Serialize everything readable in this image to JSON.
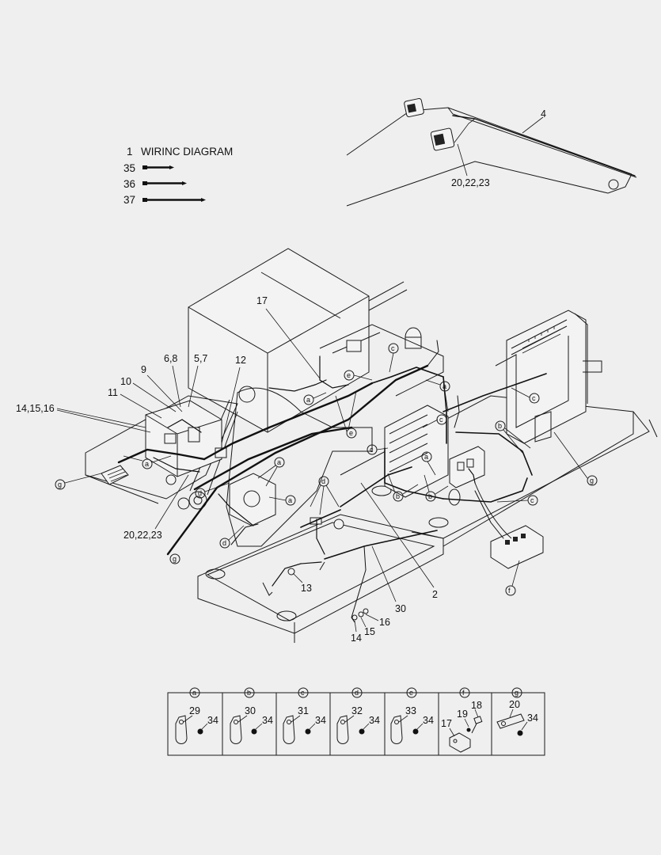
{
  "legend": {
    "title_number": "1",
    "title_text": "WIRINC DIAGRAM",
    "cables": [
      {
        "number": "35"
      },
      {
        "number": "36"
      },
      {
        "number": "37"
      }
    ]
  },
  "callouts": {
    "boom_harness": "4",
    "boom_light_hardware": "20,22,23",
    "item_17": "17",
    "item_12": "12",
    "item_6_8": "6,8",
    "item_5_7": "5,7",
    "item_9": "9",
    "item_10": "10",
    "item_11": "11",
    "item_14_15_16": "14,15,16",
    "item_20_22_23_front": "20,22,23",
    "item_13": "13",
    "item_30": "30",
    "item_2": "2",
    "item_16": "16",
    "item_15": "15",
    "item_14": "14"
  },
  "clamp_letters": {
    "a": "a",
    "b": "b",
    "c": "c",
    "d": "d",
    "e": "e",
    "f": "f",
    "g": "g"
  },
  "detail_table": [
    {
      "letter": "a",
      "parts": [
        "29",
        "34"
      ]
    },
    {
      "letter": "b",
      "parts": [
        "30",
        "34"
      ]
    },
    {
      "letter": "c",
      "parts": [
        "31",
        "34"
      ]
    },
    {
      "letter": "d",
      "parts": [
        "32",
        "34"
      ]
    },
    {
      "letter": "e",
      "parts": [
        "33",
        "34"
      ]
    },
    {
      "letter": "f",
      "parts": [
        "18",
        "19",
        "17"
      ]
    },
    {
      "letter": "g",
      "parts": [
        "20",
        "34"
      ]
    }
  ]
}
